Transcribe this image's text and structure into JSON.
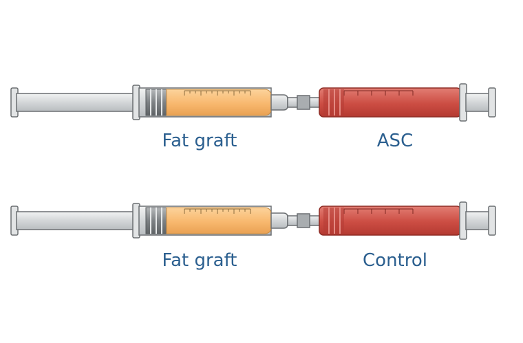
{
  "pairs": [
    {
      "left_label": "Fat graft",
      "right_label": "ASC"
    },
    {
      "left_label": "Fat graft",
      "right_label": "Control"
    }
  ],
  "colors": {
    "label_text": "#2b5f8f",
    "fat_fill": "#f9be78",
    "cell_fill": "#cc4d43",
    "barrel_glass": "#d8dadb",
    "outline": "#6b6f72",
    "rubber": "#8a8d90"
  }
}
